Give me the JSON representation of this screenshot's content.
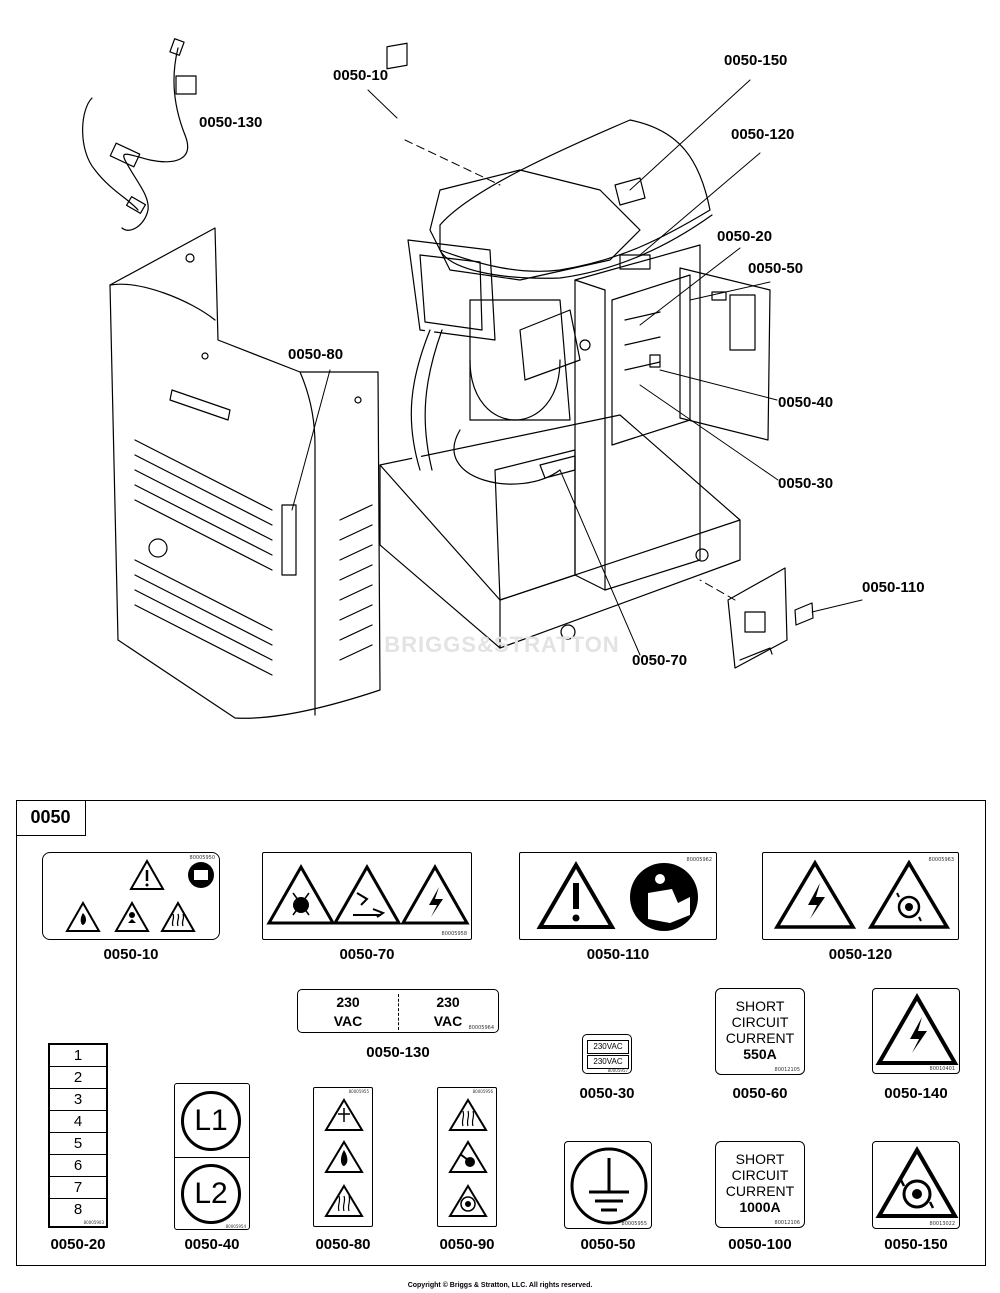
{
  "diagram": {
    "watermark": "BRIGGS&STRATTON",
    "callouts": {
      "c10": "0050-10",
      "c150": "0050-150",
      "c130": "0050-130",
      "c120": "0050-120",
      "c20": "0050-20",
      "c50": "0050-50",
      "c80": "0050-80",
      "c40": "0050-40",
      "c30": "0050-30",
      "c110": "0050-110",
      "c70": "0050-70"
    }
  },
  "legend": {
    "title": "0050",
    "labels": {
      "l10": "0050-10",
      "l70": "0050-70",
      "l110": "0050-110",
      "l120": "0050-120",
      "l130": "0050-130",
      "l30": "0050-30",
      "l60": "0050-60",
      "l140": "0050-140",
      "l20": "0050-20",
      "l40": "0050-40",
      "l80": "0050-80",
      "l90": "0050-90",
      "l50": "0050-50",
      "l100": "0050-100",
      "l150": "0050-150"
    },
    "part_numbers": {
      "p10": "80005950",
      "p70": "80005958",
      "p110": "80005962",
      "p120": "80005963",
      "p130": "80005964",
      "p30": "80005957",
      "p60": "80012105",
      "p140": "80010401",
      "p20": "80005903",
      "p40": "80005954",
      "p80": "80005955",
      "p90": "80005956",
      "p50": "80005955",
      "p100": "80012106",
      "p150": "80013022"
    },
    "decal_130": {
      "left_top": "230",
      "left_bottom": "VAC",
      "right_top": "230",
      "right_bottom": "VAC"
    },
    "decal_30": {
      "top": "230VAC",
      "bottom": "230VAC"
    },
    "decal_60": {
      "line1": "SHORT",
      "line2": "CIRCUIT",
      "line3": "CURRENT",
      "line4": "550A"
    },
    "decal_100": {
      "line1": "SHORT",
      "line2": "CIRCUIT",
      "line3": "CURRENT",
      "line4": "1000A"
    },
    "decal_40": {
      "top": "L1",
      "bottom": "L2"
    },
    "decal_20": [
      "1",
      "2",
      "3",
      "4",
      "5",
      "6",
      "7",
      "8"
    ]
  },
  "copyright": "Copyright © Briggs & Stratton, LLC. All rights reserved."
}
